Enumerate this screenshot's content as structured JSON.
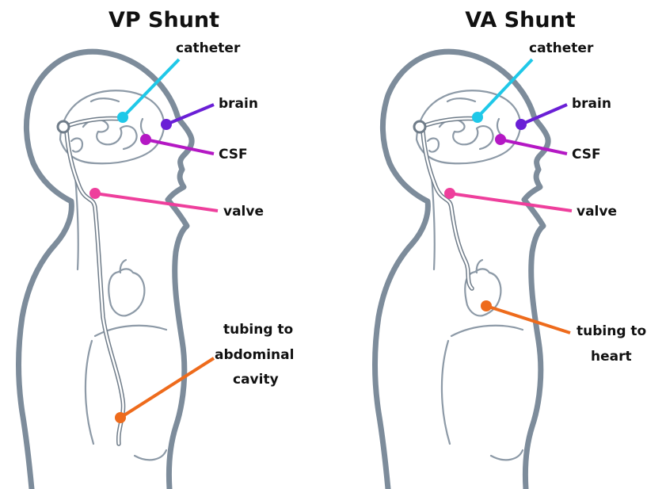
{
  "panels": [
    {
      "title": "VP Shunt",
      "labels": {
        "catheter": "catheter",
        "brain": "brain",
        "csf": "CSF",
        "valve": "valve",
        "tubing_line1": "tubing to",
        "tubing_line2": "abdominal",
        "tubing_line3": "cavity"
      }
    },
    {
      "title": "VA Shunt",
      "labels": {
        "catheter": "catheter",
        "brain": "brain",
        "csf": "CSF",
        "valve": "valve",
        "tubing_line1": "tubing to",
        "tubing_line2": "heart"
      }
    }
  ],
  "colors": {
    "catheter": "#1fc8e8",
    "brain": "#6a1fd6",
    "csf": "#b418c4",
    "valve": "#ee3f9c",
    "tubing": "#ee6b1c",
    "outline": "#7d8c9b"
  }
}
